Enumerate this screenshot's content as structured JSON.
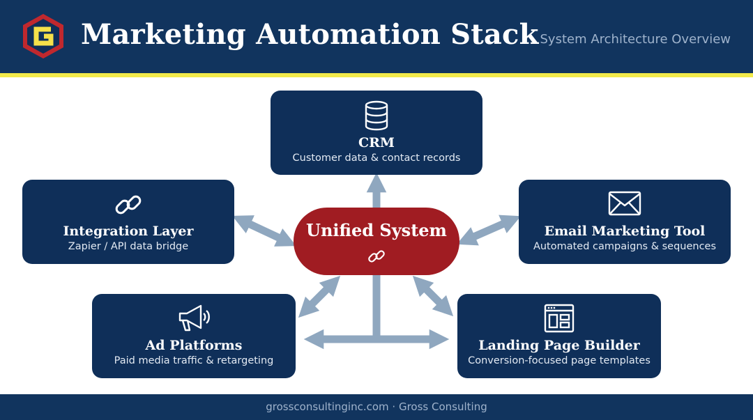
{
  "header": {
    "title": "Marketing Automation Stack",
    "subtitle": "System Architecture Overview",
    "logo_letter": "G"
  },
  "center": {
    "title": "Unified System",
    "icon": "link-icon"
  },
  "nodes": {
    "crm": {
      "title": "CRM",
      "desc": "Customer data & contact records",
      "icon": "database-icon"
    },
    "integration": {
      "title": "Integration Layer",
      "desc": "Zapier / API data bridge",
      "icon": "link-icon"
    },
    "email": {
      "title": "Email Marketing Tool",
      "desc": "Automated campaigns & sequences",
      "icon": "envelope-icon"
    },
    "ads": {
      "title": "Ad Platforms",
      "desc": "Paid media traffic & retargeting",
      "icon": "megaphone-icon"
    },
    "landing": {
      "title": "Landing Page Builder",
      "desc": "Conversion-focused page templates",
      "icon": "page-layout-icon"
    }
  },
  "footer": {
    "text": "grossconsultinginc.com · Gross Consulting"
  },
  "colors": {
    "header_bg": "#11345e",
    "accent_stripe": "#f2ea4a",
    "node_bg": "#0f2f59",
    "center_bg": "#a01c22",
    "arrow": "#8fa7bf",
    "logo_red": "#c0282e",
    "logo_yellow": "#f5e14a"
  }
}
